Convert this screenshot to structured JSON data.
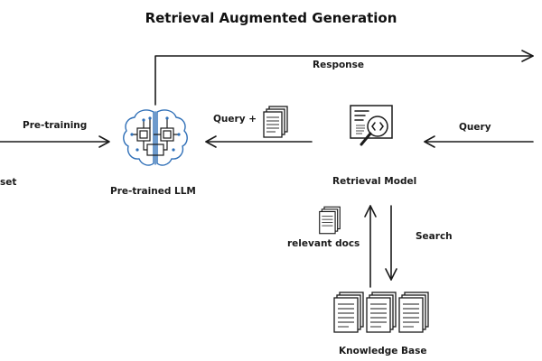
{
  "title": "Retrieval Augmented Generation",
  "labels": {
    "response": "Response",
    "pre_training": "Pre-training",
    "dataset": "set",
    "query_plus": "Query +",
    "query": "Query",
    "pretrained_llm": "Pre-trained LLM",
    "retrieval_model": "Retrieval Model",
    "relevant_docs": "relevant docs",
    "search": "Search",
    "knowledge_base": "Knowledge Base"
  },
  "icons": {
    "brain": "brain-chip-icon",
    "retrieval": "magnifier-code-icon",
    "docs": "document-stack-icon",
    "kb": "document-stacks-icon"
  },
  "colors": {
    "ink": "#1a1a1a",
    "brain_blue": "#2f6fb7"
  }
}
